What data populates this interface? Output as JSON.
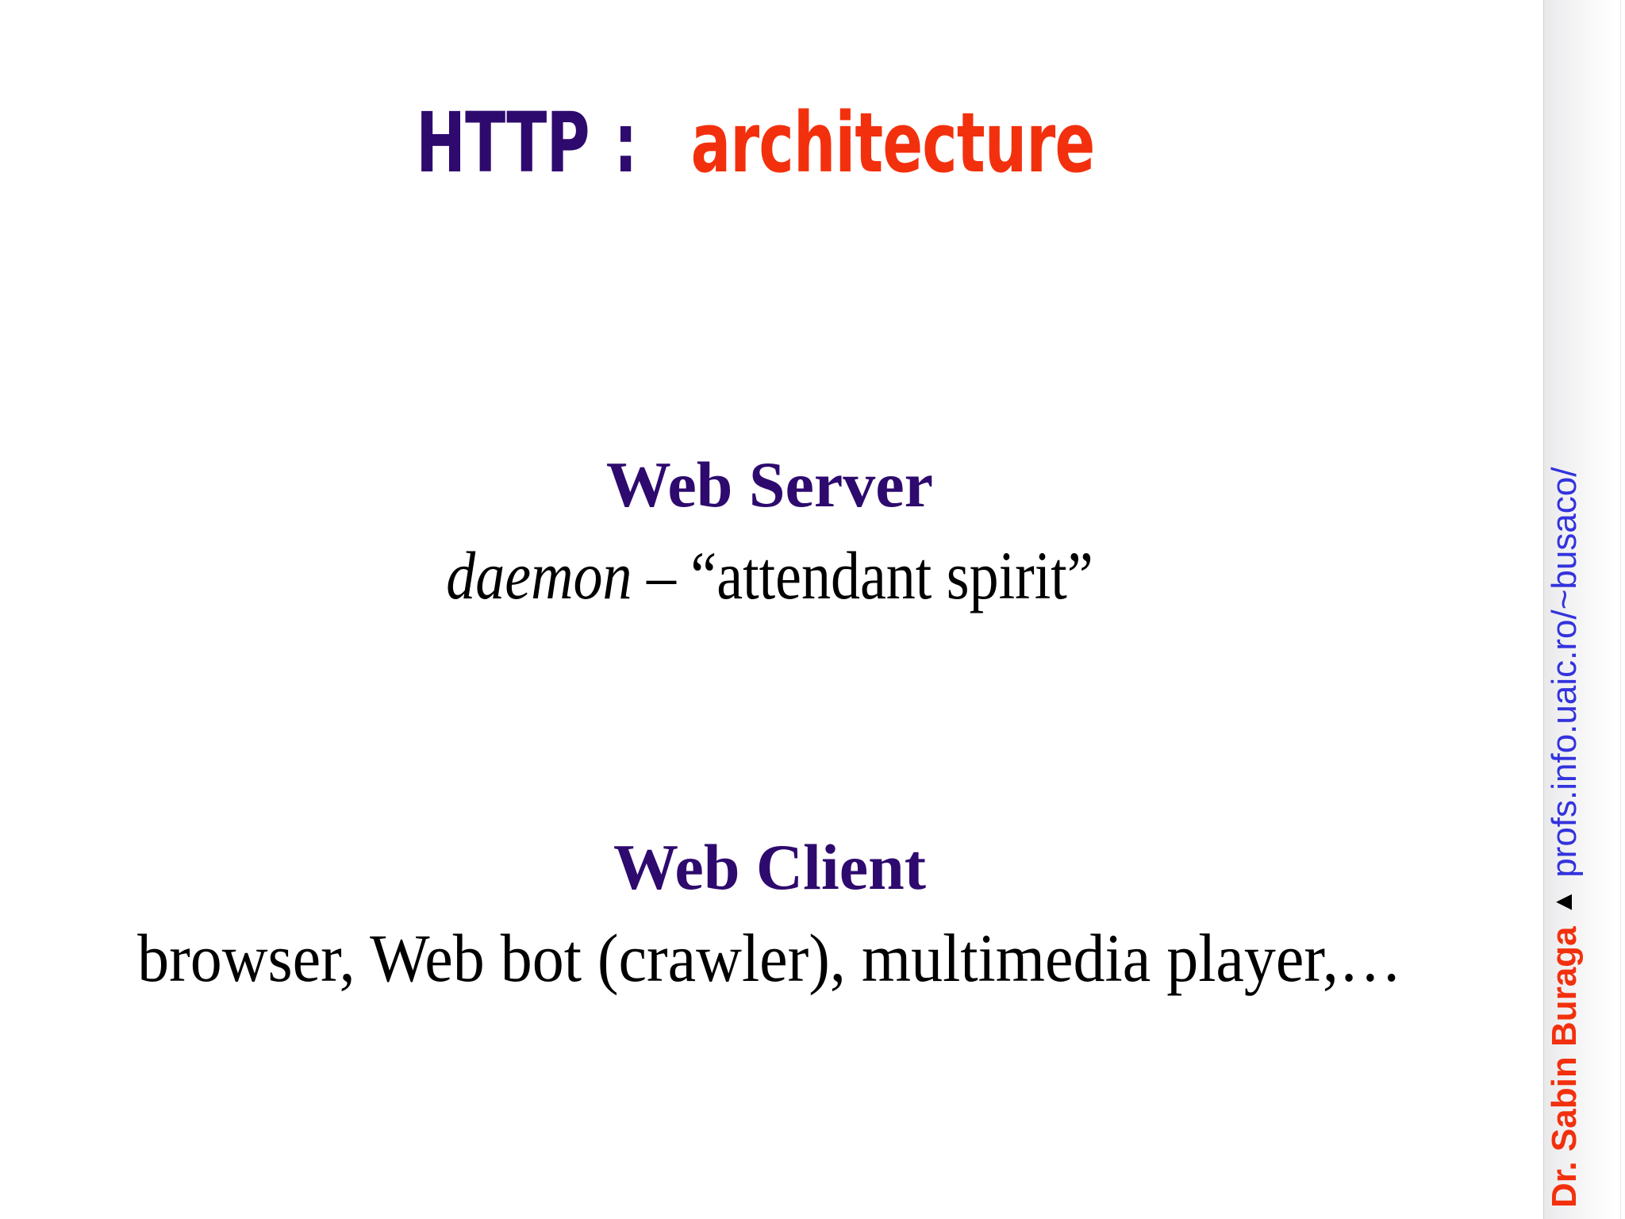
{
  "slide": {
    "background_color": "#ffffff",
    "title": {
      "protocol": "HTTP",
      "colon": ":",
      "subject": "architecture",
      "protocol_color": "#2E0A6E",
      "subject_color": "#F3300D"
    },
    "sections": [
      {
        "heading": "Web Server",
        "heading_color": "#2E0A6E",
        "body_keyword": "daemon",
        "body_rest": " – “attendant spirit”",
        "body_color": "#000000"
      },
      {
        "heading": "Web Client",
        "heading_color": "#2E0A6E",
        "body_keyword": "",
        "body_rest": "browser, Web bot (crawler), multimedia player,…",
        "body_color": "#000000"
      }
    ]
  },
  "sidebar": {
    "author": "Dr. Sabin Buraga",
    "author_color": "#F3300D",
    "separator_icon": "▲",
    "separator_icon_name": "triangle-up-icon",
    "url": "profs.info.uaic.ro/~busaco/",
    "url_color": "#3333DD"
  }
}
